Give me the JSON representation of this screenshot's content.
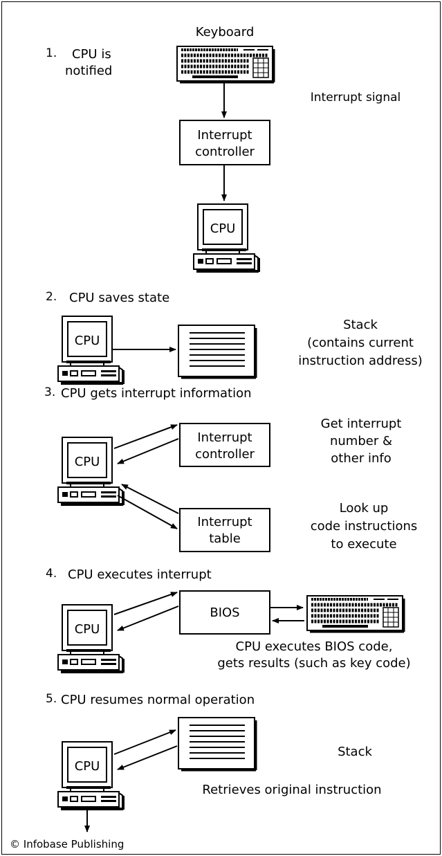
{
  "step1": {
    "number": "1.",
    "title_line1": "CPU is",
    "title_line2": "notified",
    "keyboard_label": "Keyboard",
    "signal_label": "Interrupt signal",
    "controller_line1": "Interrupt",
    "controller_line2": "controller",
    "cpu_label": "CPU"
  },
  "step2": {
    "number": "2.",
    "title": "CPU saves state",
    "cpu_label": "CPU",
    "stack_line1": "Stack",
    "stack_line2": "(contains current",
    "stack_line3": "instruction address)"
  },
  "step3": {
    "number": "3.",
    "title": "CPU gets interrupt information",
    "cpu_label": "CPU",
    "controller_line1": "Interrupt",
    "controller_line2": "controller",
    "table_line1": "Interrupt",
    "table_line2": "table",
    "note1_line1": "Get interrupt",
    "note1_line2": "number &",
    "note1_line3": "other info",
    "note2_line1": "Look up",
    "note2_line2": "code instructions",
    "note2_line3": "to execute"
  },
  "step4": {
    "number": "4.",
    "title": "CPU executes interrupt",
    "cpu_label": "CPU",
    "bios_label": "BIOS",
    "caption_line1": "CPU executes BIOS code,",
    "caption_line2": "gets results (such as key code)"
  },
  "step5": {
    "number": "5.",
    "title": "CPU resumes normal operation",
    "cpu_label": "CPU",
    "stack_label": "Stack",
    "caption": "Retrieves original instruction"
  },
  "copyright": "© Infobase Publishing"
}
